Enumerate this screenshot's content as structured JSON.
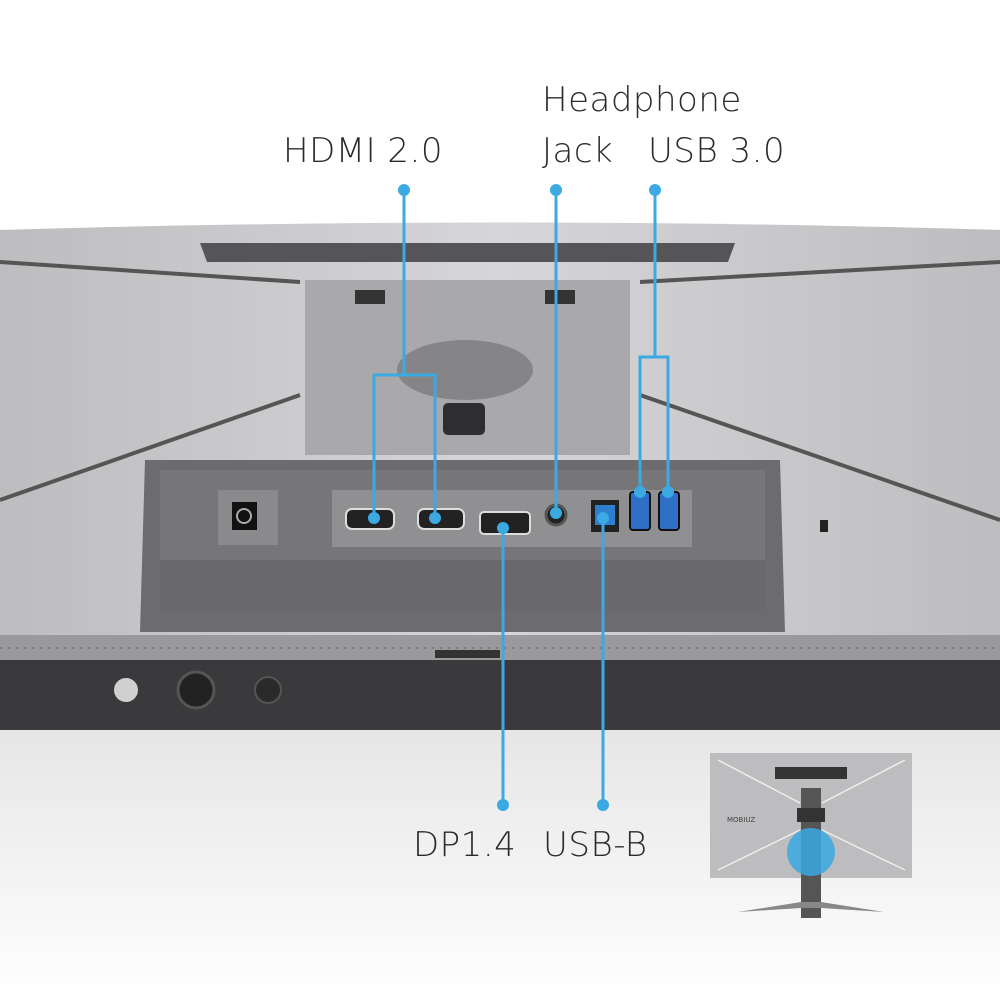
{
  "labels": {
    "hdmi": "HDMI 2.0",
    "headphone_line1": "Headphone",
    "headphone_line2": "Jack",
    "usb3": "USB 3.0",
    "dp": "DP1.4",
    "usbb": "USB-B"
  },
  "thumbnail": {
    "logo": "MOBIUZ"
  },
  "colors": {
    "accent": "#3ba9e2",
    "body": "#c9c9cb",
    "bezel": "#3a3a3c",
    "port_bay": "#5e5e60"
  }
}
